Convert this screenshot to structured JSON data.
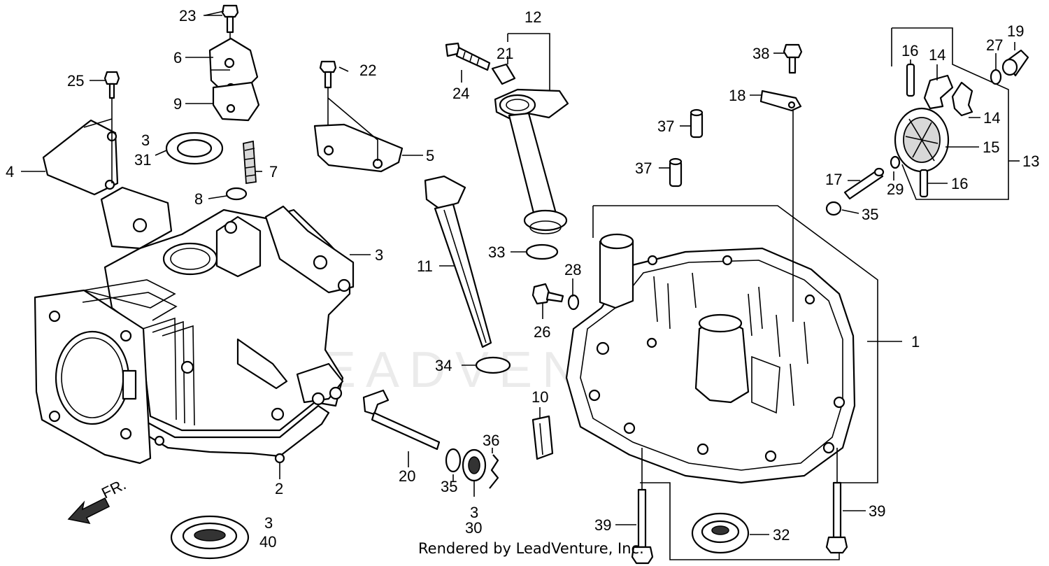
{
  "diagram": {
    "watermark": "LEADVENTURE",
    "credit": "Rendered by LeadVenture, Inc.",
    "direction_label": "FR.",
    "callouts": [
      {
        "id": "c1",
        "text": "1"
      },
      {
        "id": "c2",
        "text": "2"
      },
      {
        "id": "c3a",
        "text": "3"
      },
      {
        "id": "c3b",
        "text": "3"
      },
      {
        "id": "c3c",
        "text": "3"
      },
      {
        "id": "c3d",
        "text": "3"
      },
      {
        "id": "c4",
        "text": "4"
      },
      {
        "id": "c5",
        "text": "5"
      },
      {
        "id": "c6",
        "text": "6"
      },
      {
        "id": "c7",
        "text": "7"
      },
      {
        "id": "c8",
        "text": "8"
      },
      {
        "id": "c9",
        "text": "9"
      },
      {
        "id": "c10",
        "text": "10"
      },
      {
        "id": "c11",
        "text": "11"
      },
      {
        "id": "c12",
        "text": "12"
      },
      {
        "id": "c13",
        "text": "13"
      },
      {
        "id": "c14a",
        "text": "14"
      },
      {
        "id": "c14b",
        "text": "14"
      },
      {
        "id": "c15",
        "text": "15"
      },
      {
        "id": "c16a",
        "text": "16"
      },
      {
        "id": "c16b",
        "text": "16"
      },
      {
        "id": "c17",
        "text": "17"
      },
      {
        "id": "c18",
        "text": "18"
      },
      {
        "id": "c19",
        "text": "19"
      },
      {
        "id": "c20",
        "text": "20"
      },
      {
        "id": "c21",
        "text": "21"
      },
      {
        "id": "c22",
        "text": "22"
      },
      {
        "id": "c23",
        "text": "23"
      },
      {
        "id": "c24",
        "text": "24"
      },
      {
        "id": "c25",
        "text": "25"
      },
      {
        "id": "c26",
        "text": "26"
      },
      {
        "id": "c27",
        "text": "27"
      },
      {
        "id": "c28",
        "text": "28"
      },
      {
        "id": "c29",
        "text": "29"
      },
      {
        "id": "c30",
        "text": "30"
      },
      {
        "id": "c31",
        "text": "31"
      },
      {
        "id": "c32",
        "text": "32"
      },
      {
        "id": "c33",
        "text": "33"
      },
      {
        "id": "c34",
        "text": "34"
      },
      {
        "id": "c35a",
        "text": "35"
      },
      {
        "id": "c35b",
        "text": "35"
      },
      {
        "id": "c36",
        "text": "36"
      },
      {
        "id": "c37a",
        "text": "37"
      },
      {
        "id": "c37b",
        "text": "37"
      },
      {
        "id": "c38",
        "text": "38"
      },
      {
        "id": "c39a",
        "text": "39"
      },
      {
        "id": "c39b",
        "text": "39"
      },
      {
        "id": "c40",
        "text": "40"
      }
    ]
  }
}
